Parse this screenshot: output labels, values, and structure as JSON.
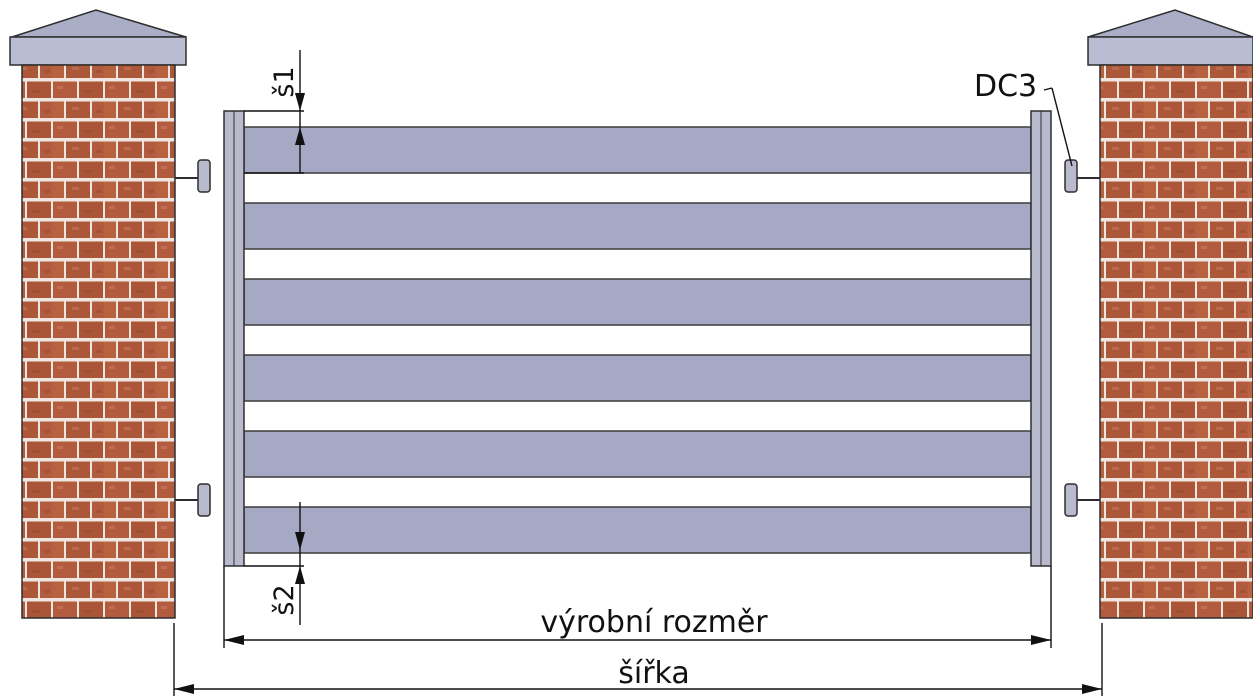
{
  "diagram": {
    "labels": {
      "s1": "š1",
      "s2": "š2",
      "product_width": "výrobní rozměr",
      "total_width": "šířka",
      "hinge_callout": "DC3"
    },
    "panel_count": 6,
    "colors": {
      "panel": "#a6a9c4",
      "post": "#b9bacd",
      "cap": "#a9adc6",
      "brick": "#b25b3e",
      "mortar": "#efe7df",
      "line": "#111111"
    }
  }
}
